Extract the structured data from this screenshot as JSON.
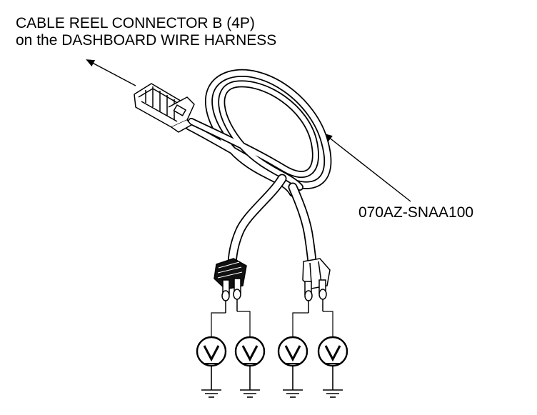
{
  "connector_label": {
    "line1": "CABLE REEL CONNECTOR B (4P)",
    "line2": "on the DASHBOARD WIRE HARNESS"
  },
  "tool_label": "070AZ-SNAA100",
  "colors": {
    "ink": "#000000",
    "paper": "#ffffff"
  },
  "icons": {
    "connector": "connector-4p-icon",
    "voltmeter": "voltmeter-icon",
    "ground": "ground-icon"
  }
}
